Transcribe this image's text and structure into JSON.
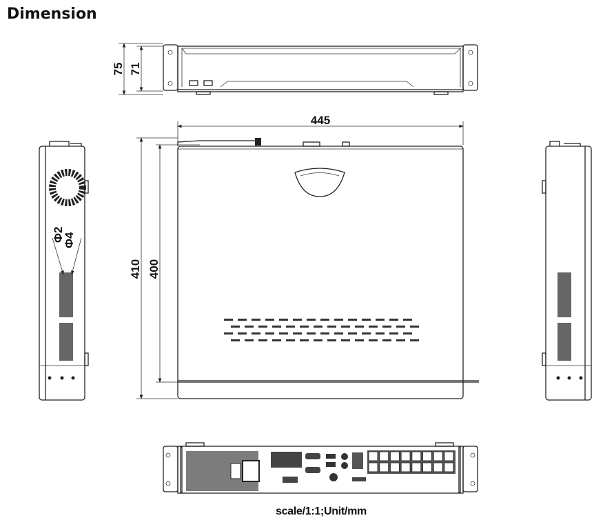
{
  "title": "Dimension",
  "dimensions": {
    "front_outer_height": "75",
    "front_inner_height": "71",
    "width": "445",
    "depth_outer": "410",
    "depth_inner": "400"
  },
  "side_labels": {
    "hole_small": "Φ2",
    "hole_large": "Φ4"
  },
  "rear_panel": {
    "rj45_ports": 16,
    "usb_ports": 2
  },
  "scale_note": "scale/1:1;Unit/mm"
}
